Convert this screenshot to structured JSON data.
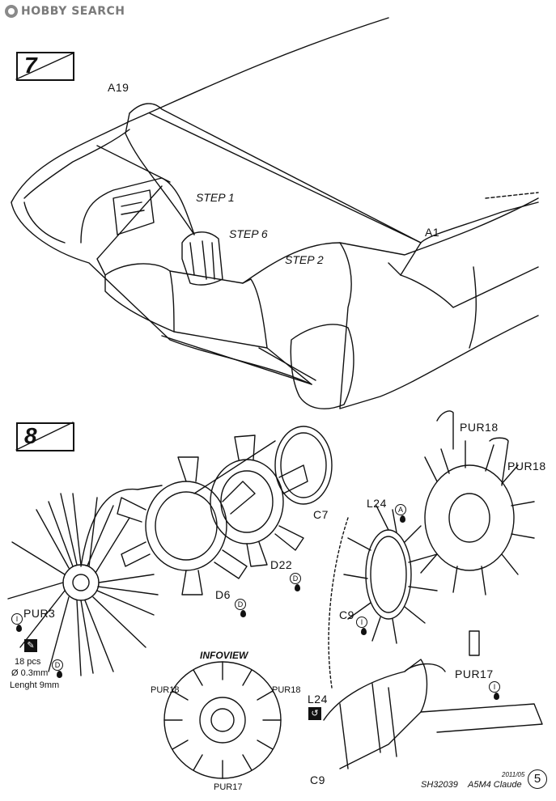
{
  "watermark": "HOBBY SEARCH",
  "step7": {
    "number": "7",
    "parts": {
      "a19": "A19",
      "a1": "A1"
    },
    "steps": {
      "s1": "STEP 1",
      "s6": "STEP 6",
      "s2": "STEP 2"
    }
  },
  "step8": {
    "number": "8",
    "parts": {
      "c7": "C7",
      "d22": "D22",
      "d6": "D6",
      "pur3": "PUR3",
      "pur18_top": "PUR18",
      "pur18_right": "PUR18",
      "l24": "L24",
      "c9": "C9",
      "pur17": "PUR17",
      "l24_low": "L24",
      "c9_low": "C9"
    },
    "wire_note": {
      "count": "18 pcs",
      "dia": "Ø 0.3mm",
      "length": "Lenght 9mm"
    },
    "paint_codes": {
      "i": "I",
      "d": "D",
      "a": "A"
    },
    "infoview": {
      "title": "INFOVIEW",
      "pur18_left": "PUR18",
      "pur18_right": "PUR18",
      "pur17": "PUR17"
    }
  },
  "footer": {
    "date": "2011/05",
    "code": "SH32039",
    "model": "A5M4 Claude",
    "page": "5"
  }
}
